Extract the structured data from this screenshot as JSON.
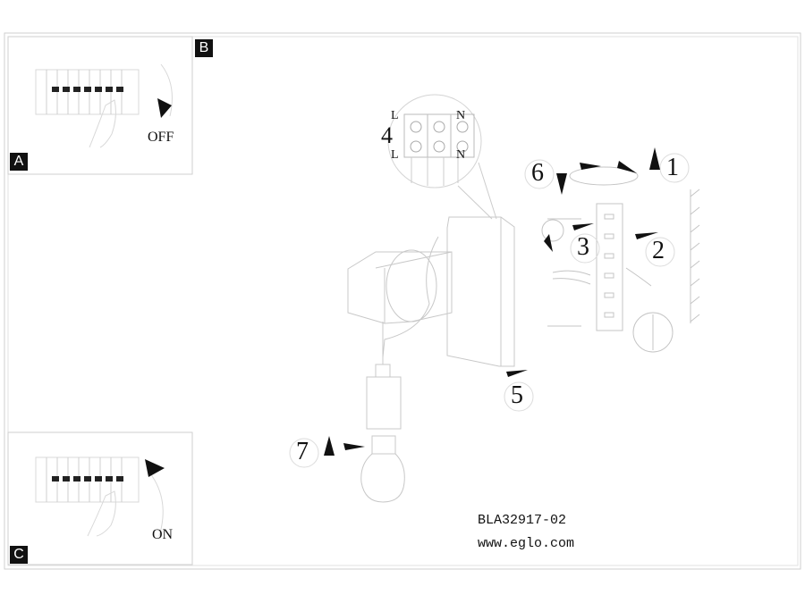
{
  "panels": {
    "A": {
      "label": "A",
      "switch_text": "OFF"
    },
    "B": {
      "label": "B"
    },
    "C": {
      "label": "C",
      "switch_text": "ON"
    }
  },
  "terminal": {
    "step": "4",
    "left_top": "L",
    "left_bottom": "L",
    "right_top": "N",
    "right_bottom": "N"
  },
  "steps": [
    "1",
    "2",
    "3",
    "5",
    "6",
    "7"
  ],
  "footer": {
    "model": "BLA32917-02",
    "url": "www.eglo.com"
  }
}
